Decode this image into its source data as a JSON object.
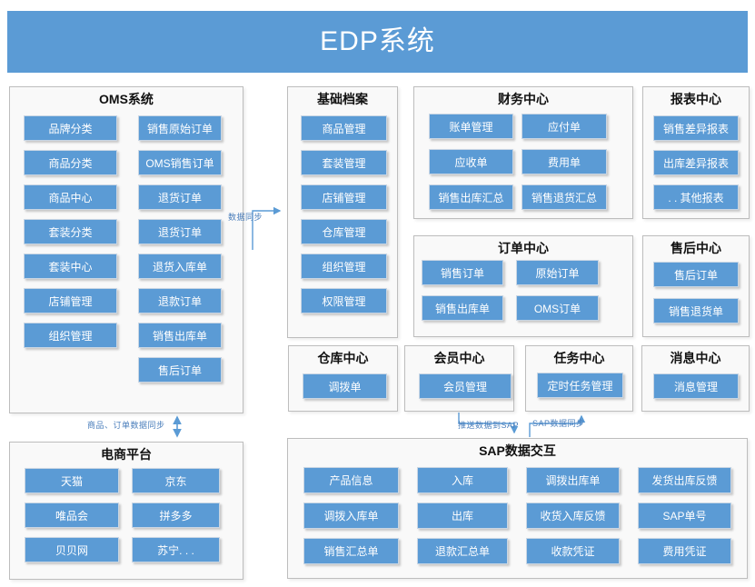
{
  "banner": {
    "title": "EDP系统"
  },
  "colors": {
    "accent": "#5b9bd5",
    "wire": "#5b9bd5",
    "wire_label": "#4a7ebb",
    "panel_border": "#bdbdbd"
  },
  "groups": {
    "oms": {
      "title": "OMS系统",
      "columns": [
        [
          "品牌分类",
          "商品分类",
          "商品中心",
          "套装分类",
          "套装中心",
          "店铺管理",
          "组织管理"
        ],
        [
          "销售原始订单",
          "OMS销售订单",
          "退货订单",
          "退货订单",
          "退货入库单",
          "退款订单",
          "销售出库单",
          "售后订单"
        ]
      ]
    },
    "basic": {
      "title": "基础档案",
      "items": [
        "商品管理",
        "套装管理",
        "店铺管理",
        "仓库管理",
        "组织管理",
        "权限管理"
      ]
    },
    "finance": {
      "title": "财务中心",
      "items": [
        "账单管理",
        "应付单",
        "应收单",
        "费用单",
        "销售出库汇总",
        "销售退货汇总"
      ]
    },
    "report": {
      "title": "报表中心",
      "items": [
        "销售差异报表",
        "出库差异报表",
        ". . 其他报表"
      ]
    },
    "order": {
      "title": "订单中心",
      "items": [
        "销售订单",
        "原始订单",
        "销售出库单",
        "OMS订单"
      ]
    },
    "aftersale": {
      "title": "售后中心",
      "items": [
        "售后订单",
        "销售退货单"
      ]
    },
    "warehouse": {
      "title": "仓库中心",
      "items": [
        "调拨单"
      ]
    },
    "member": {
      "title": "会员中心",
      "items": [
        "会员管理"
      ]
    },
    "task": {
      "title": "任务中心",
      "items": [
        "定时任务管理"
      ]
    },
    "message": {
      "title": "消息中心",
      "items": [
        "消息管理"
      ]
    },
    "ecommerce": {
      "title": "电商平台",
      "items": [
        "天猫",
        "京东",
        "唯品会",
        "拼多多",
        "贝贝网",
        "苏宁. . ."
      ]
    },
    "sap": {
      "title": "SAP数据交互",
      "items": [
        "产品信息",
        "入库",
        "调拨出库单",
        "发货出库反馈",
        "调拨入库单",
        "出库",
        "收货入库反馈",
        "SAP单号",
        "销售汇总单",
        "退款汇总单",
        "收款凭证",
        "费用凭证"
      ]
    }
  },
  "connectors": [
    {
      "label": "数据同步"
    },
    {
      "label": "商品、订单数据同步"
    },
    {
      "label": "推送数据到SAP"
    },
    {
      "label": "SAP数据同步"
    }
  ]
}
